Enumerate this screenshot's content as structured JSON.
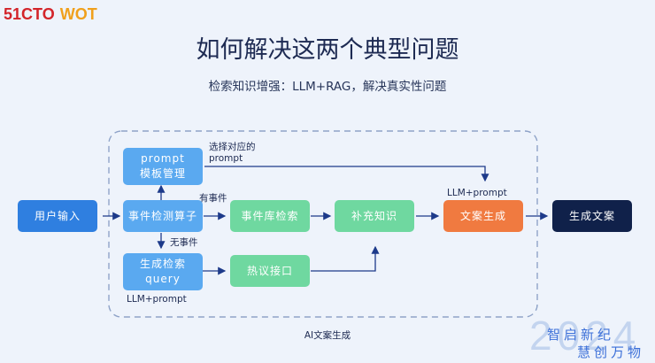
{
  "logo": {
    "part1": "51CTO",
    "part2": "WOT"
  },
  "title": "如何解决这两个典型问题",
  "subtitle": "检索知识增强：LLM+RAG，解决真实性问题",
  "nodes": {
    "user_input": "用户输入",
    "prompt_template": "prompt\n模板管理",
    "event_detect": "事件检测算子",
    "event_search": "事件库检索",
    "supplement": "补充知识",
    "copy_gen": "文案生成",
    "gen_copy": "生成文案",
    "gen_query": "生成检索\nquery",
    "hot_api": "热议接口"
  },
  "labels": {
    "select_prompt": "选择对应的\nprompt",
    "has_event": "有事件",
    "no_event": "无事件",
    "llm_prompt_top": "LLM+prompt",
    "llm_prompt_bottom": "LLM+prompt"
  },
  "caption": "AI文案生成",
  "watermark": {
    "line1": "智启新纪",
    "line2": "慧创万物",
    "year": "2024"
  },
  "colors": {
    "primary": "#2f7fe0",
    "sky": "#5aa9f0",
    "green": "#6fd8a0",
    "orange": "#f07a40",
    "navy": "#10214a"
  }
}
